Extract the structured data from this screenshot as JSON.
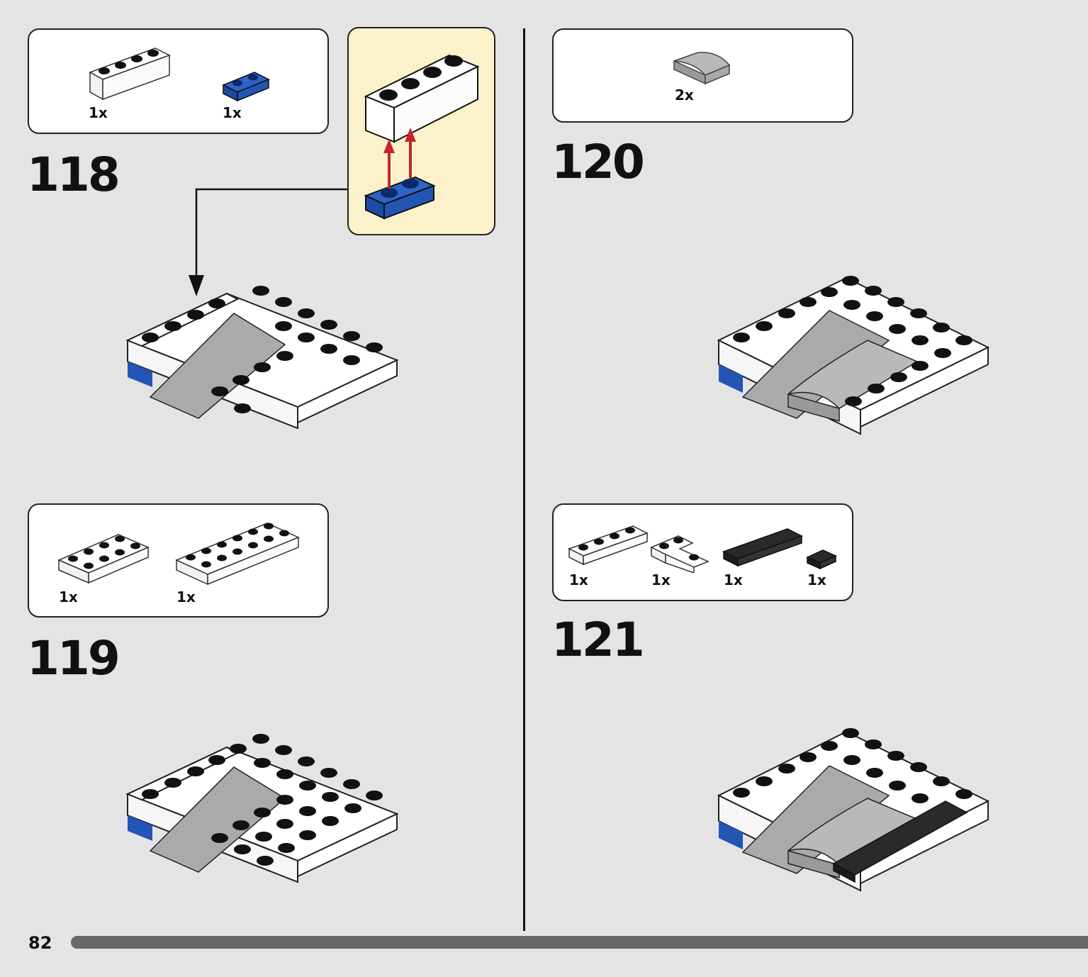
{
  "page": {
    "number": "82",
    "progress": 0.98
  },
  "steps": [
    {
      "number": "118",
      "parts": [
        {
          "qty": "1x",
          "name": "white 1x4 brick"
        },
        {
          "qty": "1x",
          "name": "blue 1x2 plate"
        }
      ]
    },
    {
      "number": "119",
      "parts": [
        {
          "qty": "1x",
          "name": "white 2x4 plate"
        },
        {
          "qty": "1x",
          "name": "white 2x6 plate"
        }
      ]
    },
    {
      "number": "120",
      "parts": [
        {
          "qty": "2x",
          "name": "grey curved slope"
        }
      ]
    },
    {
      "number": "121",
      "parts": [
        {
          "qty": "1x",
          "name": "white 1x4 plate"
        },
        {
          "qty": "1x",
          "name": "white corner plate"
        },
        {
          "qty": "1x",
          "name": "black 1x4 tile"
        },
        {
          "qty": "1x",
          "name": "black 1x1 tile"
        }
      ]
    }
  ],
  "colors": {
    "background": "#e4e4e4",
    "callout": "#fbf2cc",
    "blue": "#2355b5",
    "grey": "#a9a9a9",
    "black": "#2a2a2a",
    "arrow_red": "#c8232c"
  }
}
